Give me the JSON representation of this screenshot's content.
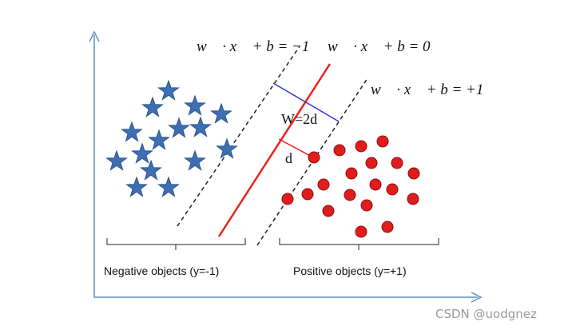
{
  "equations": {
    "negative_margin": "w⃗ · x⃗ + b = −1",
    "hyperplane": "w⃗ · x⃗ + b = 0",
    "positive_margin": "w⃗ · x⃗ + b = +1"
  },
  "labels": {
    "width": "W=2d",
    "distance": "d"
  },
  "groups": {
    "negative": "Negative objects (y=-1)",
    "positive": "Positive objects (y=+1)"
  },
  "colors": {
    "axis": "#5b8bc5",
    "star_fill": "#3f6fb3",
    "star_stroke": "#2a5290",
    "dot_fill": "#e11c1c",
    "dot_stroke": "#8f0b0b",
    "hyperplane": "#ee2020",
    "width_line": "#3535e0",
    "d_line": "#ee2020",
    "margin_line": "#222222"
  },
  "icons": {
    "negative": "star-icon",
    "positive": "circle-icon"
  },
  "watermark": "CSDN @uodgnez"
}
